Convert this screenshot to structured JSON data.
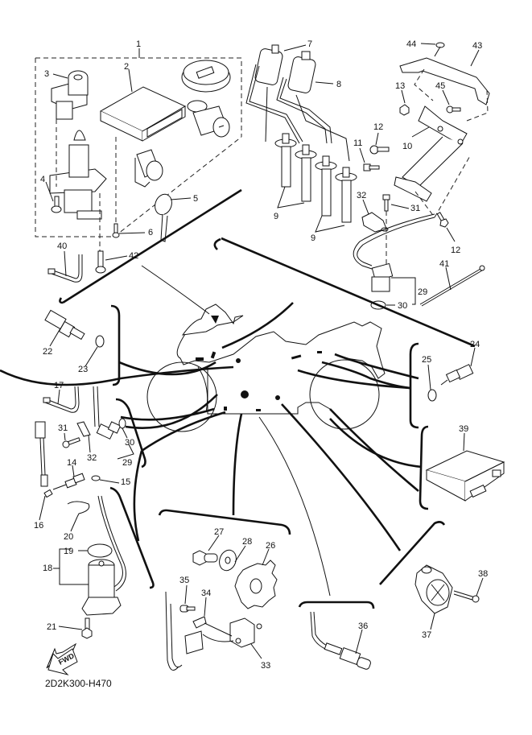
{
  "diagram": {
    "code": "2D2K300-H470",
    "fwd_label": "FWD",
    "callouts": {
      "c1": "1",
      "c2": "2",
      "c3": "3",
      "c4": "4",
      "c5": "5",
      "c6": "6",
      "c7": "7",
      "c8": "8",
      "c9a": "9",
      "c9b": "9",
      "c10": "10",
      "c11": "11",
      "c12a": "12",
      "c12b": "12",
      "c13": "13",
      "c14": "14",
      "c15": "15",
      "c16": "16",
      "c17": "17",
      "c18": "18",
      "c19": "19",
      "c20": "20",
      "c21": "21",
      "c22": "22",
      "c23": "23",
      "c24": "24",
      "c25": "25",
      "c26": "26",
      "c27": "27",
      "c28": "28",
      "c29a": "29",
      "c29b": "29",
      "c30a": "30",
      "c30b": "30",
      "c31a": "31",
      "c31b": "31",
      "c32a": "32",
      "c32b": "32",
      "c33": "33",
      "c34": "34",
      "c35": "35",
      "c36": "36",
      "c37": "37",
      "c38": "38",
      "c39": "39",
      "c40": "40",
      "c41": "41",
      "c42": "42",
      "c43": "43",
      "c44": "44",
      "c45": "45"
    }
  }
}
